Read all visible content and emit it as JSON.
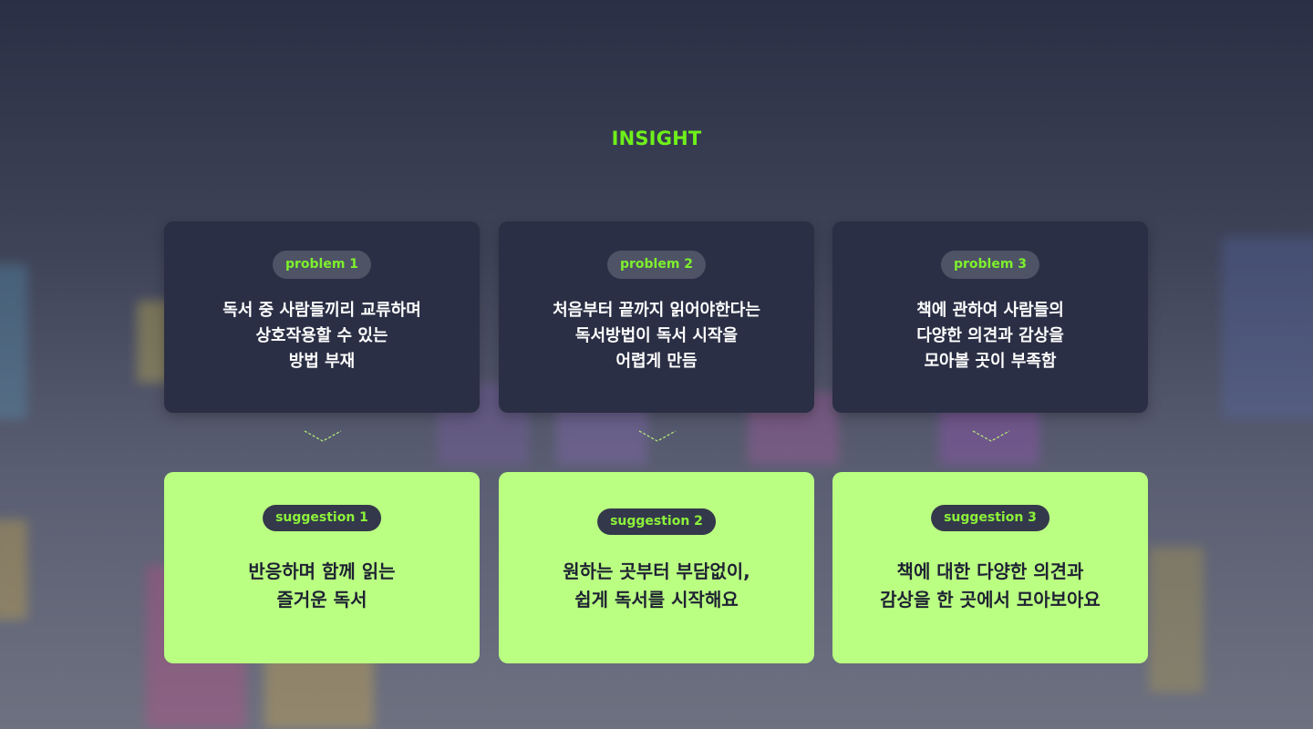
{
  "section": {
    "title": "INSIGHT"
  },
  "colors": {
    "accent": "#6ef01a",
    "problem_card": "#2b2f45",
    "suggestion_card": "#baff82",
    "badge_bg": "#4f5366"
  },
  "columns": [
    {
      "problem": {
        "badge": "problem 1",
        "lines": [
          "독서 중 사람들끼리 교류하며",
          "상호작용할 수 있는",
          "방법 부재"
        ]
      },
      "arrow_icon": "chevron-down-icon",
      "suggestion": {
        "badge": "suggestion 1",
        "lines": [
          "반응하며 함께 읽는",
          "즐거운 독서"
        ]
      }
    },
    {
      "problem": {
        "badge": "problem 2",
        "lines": [
          "처음부터 끝까지 읽어야한다는",
          "독서방법이 독서 시작을",
          "어렵게 만듬"
        ]
      },
      "arrow_icon": "chevron-down-icon",
      "suggestion": {
        "badge": "suggestion 2",
        "lines": [
          "원하는 곳부터 부담없이,",
          "쉽게 독서를 시작해요"
        ]
      }
    },
    {
      "problem": {
        "badge": "problem 3",
        "lines": [
          "책에 관하여 사람들의",
          "다양한 의견과 감상을",
          "모아볼 곳이 부족함"
        ]
      },
      "arrow_icon": "chevron-down-icon",
      "suggestion": {
        "badge": "suggestion 3",
        "lines": [
          "책에 대한 다양한 의견과",
          "감상을 한 곳에서 모아보아요"
        ]
      }
    }
  ]
}
